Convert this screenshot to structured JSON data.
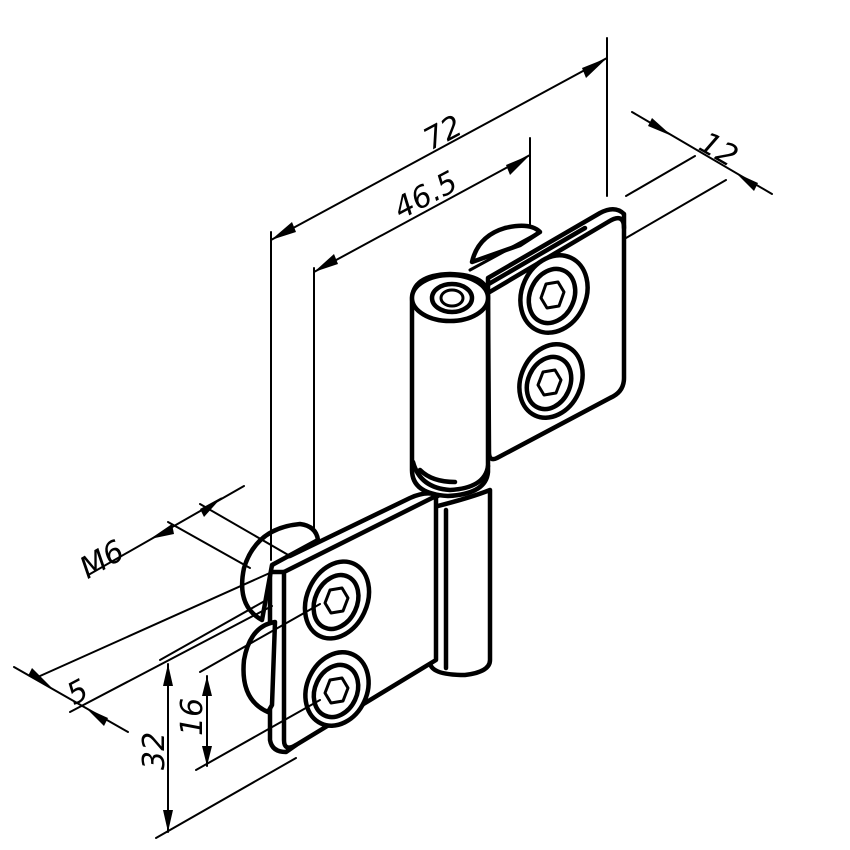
{
  "drawing": {
    "dimensions": {
      "overall_height": "72",
      "pin_offset": "46.5",
      "leaf_depth": "12",
      "thread": "M6",
      "thickness": "5",
      "leaf_width": "32",
      "hole_spacing": "16"
    },
    "colors": {
      "ink": "#000000",
      "paper": "#ffffff"
    }
  }
}
